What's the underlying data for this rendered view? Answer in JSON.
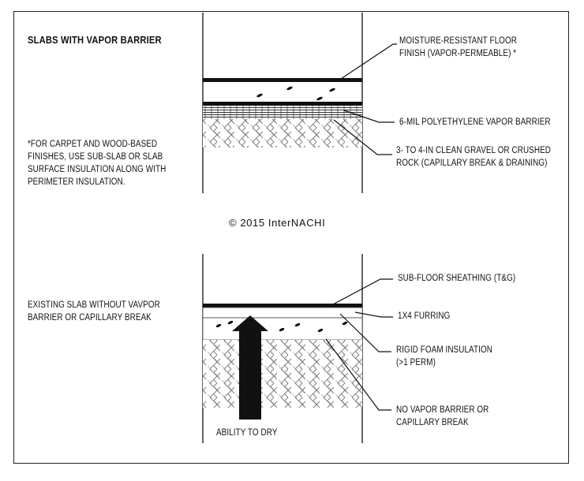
{
  "title": "SLABS WITH VAPOR BARRIER",
  "top_note": [
    "*FOR CARPET AND WOOD-BASED",
    "FINISHES, USE SUB-SLAB OR SLAB",
    "SURFACE INSULATION ALONG WITH",
    "PERIMETER INSULATION."
  ],
  "top_callouts": {
    "floor_finish": [
      "MOISTURE-RESISTANT FLOOR",
      "FINISH (VAPOR-PERMEABLE) *"
    ],
    "vapor_barrier": "6-MIL POLYETHYLENE VAPOR BARRIER",
    "gravel": [
      "3- TO 4-IN CLEAN GRAVEL OR CRUSHED",
      "ROCK (CAPILLARY BREAK & DRAINING)"
    ]
  },
  "copyright": "© 2015 InterNACHI",
  "bottom_note": [
    "EXISTING SLAB WITHOUT VAVPOR",
    "BARRIER OR CAPILLARY BREAK"
  ],
  "bottom_callouts": {
    "sheathing": "SUB-FLOOR SHEATHING (T&G)",
    "furring": "1X4 FURRING",
    "foam": [
      "RIGID FOAM INSULATION",
      "(>1 PERM)"
    ],
    "no_barrier": [
      "NO VAPOR BARRIER OR",
      "CAPILLARY BREAK"
    ]
  },
  "arrow_label": "ABILITY TO DRY"
}
